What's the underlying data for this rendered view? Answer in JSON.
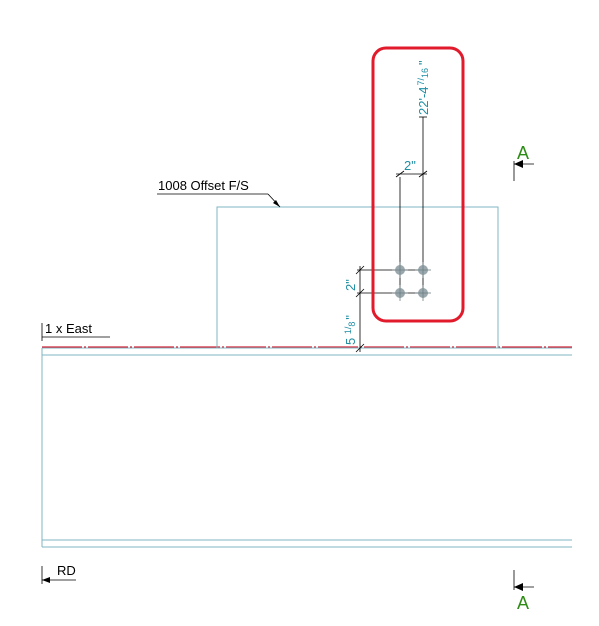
{
  "colors": {
    "plate_outline": "#7fb6c2",
    "beam_outline": "#7fb6c2",
    "centerline": "#d2283a",
    "dimension_text": "#1f8ea3",
    "highlight_box": "#e11a2c",
    "section_marker": "#2e8b16",
    "bolt": "#9aa8ad"
  },
  "labels": {
    "plate_callout": "1008 Offset F/S",
    "beam_east": "1 x East",
    "beam_rd": "RD",
    "section_top": "A",
    "section_bottom": "A"
  },
  "dimensions": {
    "elevation": {
      "main": "22'-4",
      "num": "7",
      "den": "16",
      "unit": "\""
    },
    "bolt_gauge": "2\"",
    "bolt_pitch": "2\"",
    "edge_distance": {
      "main": "5 ",
      "num": "1",
      "den": "8",
      "unit": "\""
    }
  },
  "icons": {
    "bolt": "bolt-crosshair-icon",
    "section_arrow": "section-arrow-icon"
  }
}
